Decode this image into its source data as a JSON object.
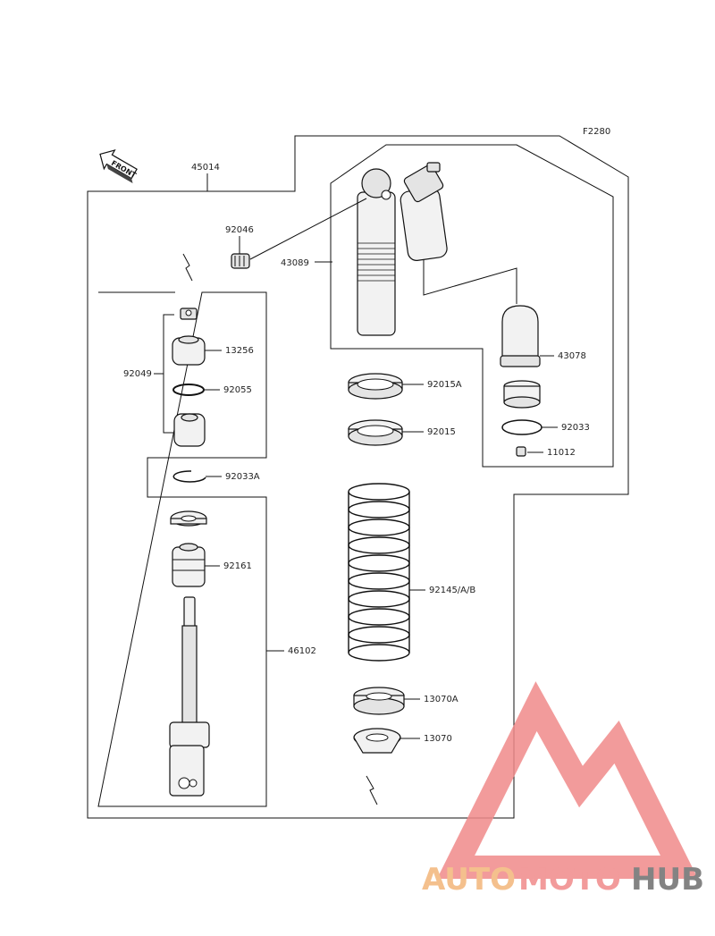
{
  "diagram": {
    "figure_code": "F2280",
    "front_label": "FRONT",
    "parts": {
      "p45014": "45014",
      "p92046": "92046",
      "p43089": "43089",
      "p43078": "43078",
      "p13256": "13256",
      "p92049": "92049",
      "p92055": "92055",
      "p92015A": "92015A",
      "p92015": "92015",
      "p92033": "92033",
      "p11012": "11012",
      "p92033A": "92033A",
      "p92161": "92161",
      "p92145": "92145/A/B",
      "p46102": "46102",
      "p13070A": "13070A",
      "p13070": "13070"
    }
  },
  "watermark": {
    "auto": "AUTO",
    "moto": "MOTO",
    "hub": "HUB",
    "colors": {
      "auto": "#f3b67a",
      "moto": "#f08a8a",
      "hub": "#6e6e6e",
      "triangle": "#f08a8a"
    }
  }
}
